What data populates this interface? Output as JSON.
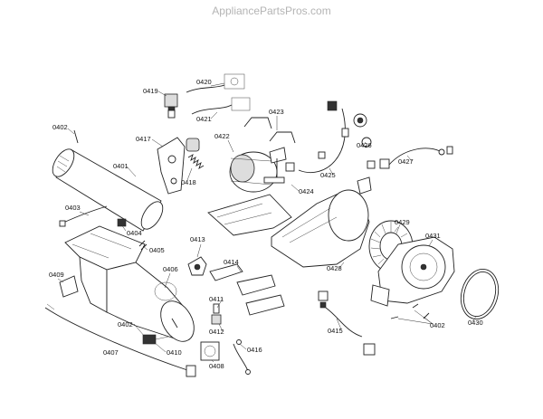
{
  "watermark": "AppliancePartsPros.com",
  "parts": [
    {
      "id": "p0402a",
      "text": "0402"
    },
    {
      "id": "p0401",
      "text": "0401"
    },
    {
      "id": "p0403",
      "text": "0403"
    },
    {
      "id": "p0404",
      "text": "0404"
    },
    {
      "id": "p0405",
      "text": "0405"
    },
    {
      "id": "p0406",
      "text": "0406"
    },
    {
      "id": "p0409",
      "text": "0409"
    },
    {
      "id": "p0407",
      "text": "0407"
    },
    {
      "id": "p0402b",
      "text": "0402"
    },
    {
      "id": "p0410",
      "text": "0410"
    },
    {
      "id": "p0408",
      "text": "0408"
    },
    {
      "id": "p0412",
      "text": "0412"
    },
    {
      "id": "p0411",
      "text": "0411"
    },
    {
      "id": "p0413",
      "text": "0413"
    },
    {
      "id": "p0414",
      "text": "0414"
    },
    {
      "id": "p0416",
      "text": "0416"
    },
    {
      "id": "p0415",
      "text": "0415"
    },
    {
      "id": "p0417",
      "text": "0417"
    },
    {
      "id": "p0418",
      "text": "0418"
    },
    {
      "id": "p0419",
      "text": "0419"
    },
    {
      "id": "p0420",
      "text": "0420"
    },
    {
      "id": "p0421",
      "text": "0421"
    },
    {
      "id": "p0422",
      "text": "0422"
    },
    {
      "id": "p0423",
      "text": "0423"
    },
    {
      "id": "p0424",
      "text": "0424"
    },
    {
      "id": "p0425",
      "text": "0425"
    },
    {
      "id": "p0426",
      "text": "0426"
    },
    {
      "id": "p0427",
      "text": "0427"
    },
    {
      "id": "p0428",
      "text": "0428"
    },
    {
      "id": "p0429",
      "text": "0429"
    },
    {
      "id": "p0431",
      "text": "0431"
    },
    {
      "id": "p0402c",
      "text": "0402"
    },
    {
      "id": "p0430",
      "text": "0430"
    }
  ]
}
